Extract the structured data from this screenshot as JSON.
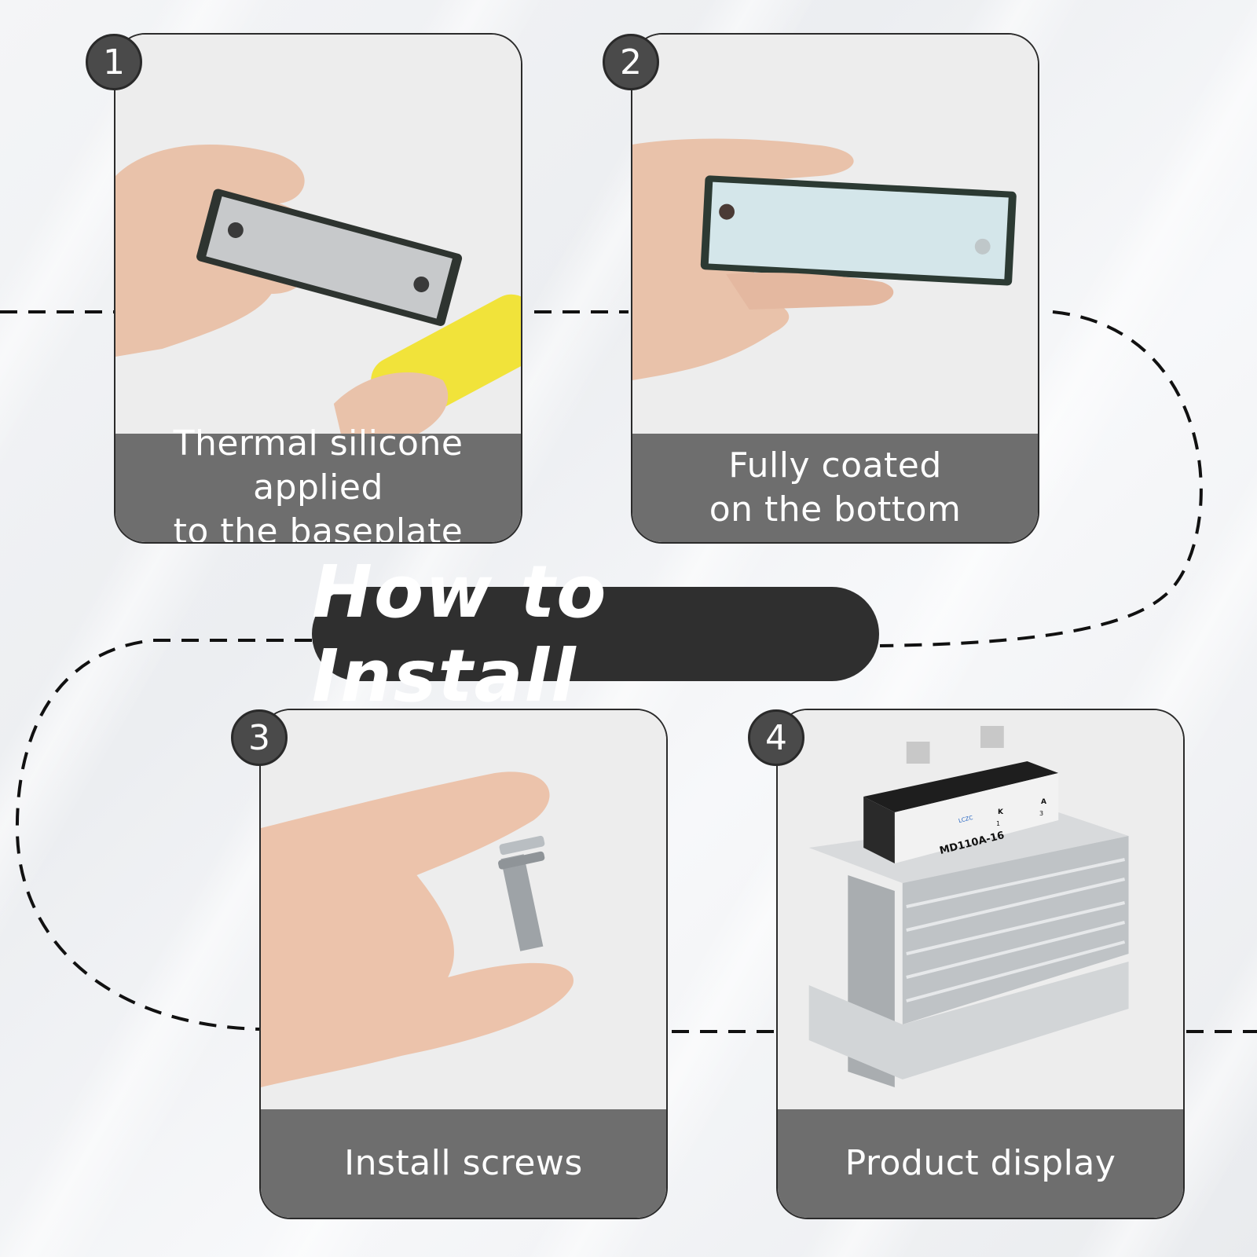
{
  "title": "How to Install",
  "steps": [
    {
      "number": "1",
      "caption_line1": "Thermal silicone applied",
      "caption_line2": "to the baseplate"
    },
    {
      "number": "2",
      "caption_line1": "Fully coated",
      "caption_line2": "on the bottom"
    },
    {
      "number": "3",
      "caption_line1": "Install screws",
      "caption_line2": ""
    },
    {
      "number": "4",
      "caption_line1": "Product display",
      "caption_line2": ""
    }
  ],
  "product_label": {
    "model": "MD110A-16",
    "brand": "LCZC",
    "terminal_k": "K",
    "terminal_a": "A",
    "pin_1": "1",
    "pin_3": "3"
  },
  "colors": {
    "caption_bg": "#6e6e6e",
    "title_bg": "#2f2f2f",
    "badge_bg": "#4a4a4a",
    "paste_yellow": "#f1e33a"
  }
}
